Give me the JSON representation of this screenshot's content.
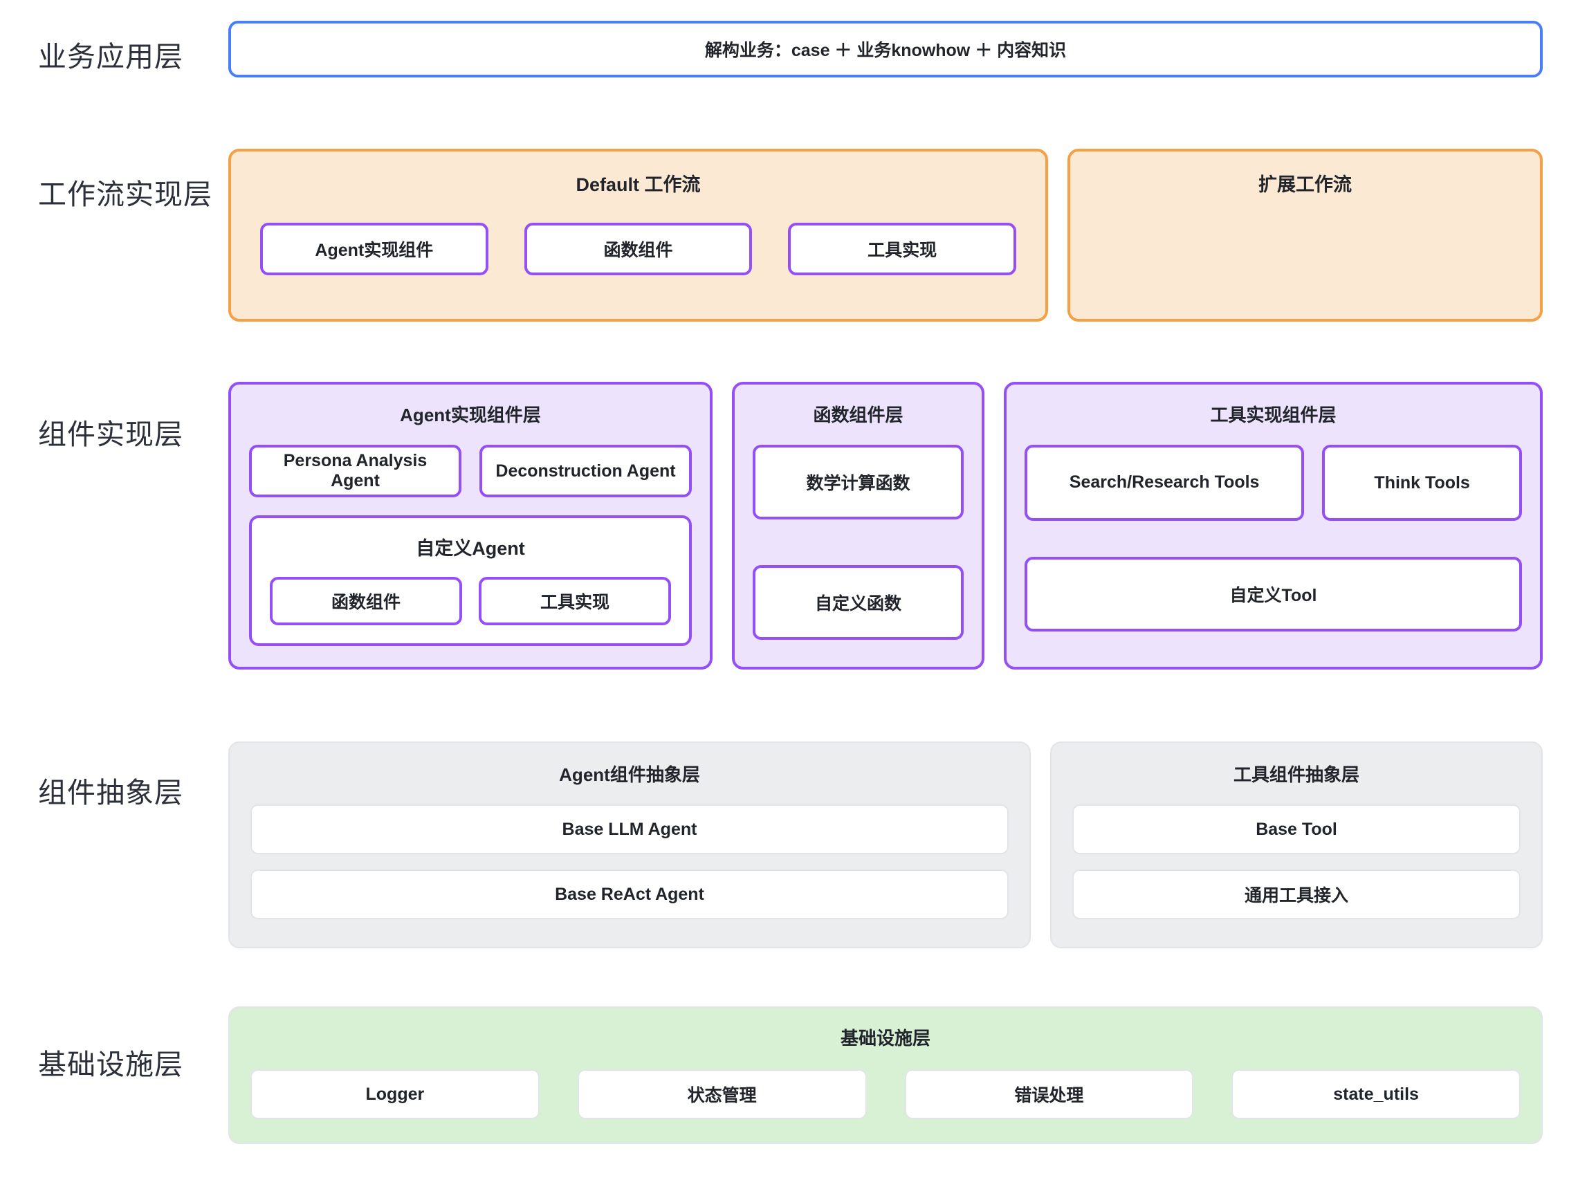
{
  "rows": {
    "business": {
      "label": "业务应用层",
      "banner": "解构业务：case ＋ 业务knowhow ＋ 内容知识"
    },
    "workflow": {
      "label": "工作流实现层",
      "default": {
        "title": "Default 工作流",
        "chips": [
          "Agent实现组件",
          "函数组件",
          "工具实现"
        ]
      },
      "extended": {
        "title": "扩展工作流",
        "chips": []
      }
    },
    "component_impl": {
      "label": "组件实现层",
      "agent_group": {
        "title": "Agent实现组件层",
        "agents": [
          "Persona Analysis Agent",
          "Deconstruction Agent"
        ],
        "custom": {
          "title": "自定义Agent",
          "chips": [
            "函数组件",
            "工具实现"
          ]
        }
      },
      "function_group": {
        "title": "函数组件层",
        "items": [
          "数学计算函数",
          "自定义函数"
        ]
      },
      "tool_group": {
        "title": "工具实现组件层",
        "top_items": [
          "Search/Research Tools",
          "Think Tools"
        ],
        "bottom_item": "自定义Tool"
      }
    },
    "component_abstract": {
      "label": "组件抽象层",
      "agent_group": {
        "title": "Agent组件抽象层",
        "items": [
          "Base LLM Agent",
          "Base ReAct Agent"
        ]
      },
      "tool_group": {
        "title": "工具组件抽象层",
        "items": [
          "Base Tool",
          "通用工具接入"
        ]
      }
    },
    "infrastructure": {
      "label": "基础设施层",
      "title": "基础设施层",
      "items": [
        "Logger",
        "状态管理",
        "错误处理",
        "state_utils"
      ]
    }
  },
  "colors": {
    "business_border": "#4a7ef5",
    "workflow_border": "#f5a044",
    "workflow_fill": "#fce9d4",
    "component_border": "#9550f5",
    "component_fill": "#ede3fc",
    "abstract_fill": "#ecedef",
    "abstract_border": "#e2e4e8",
    "infra_fill": "#d8f0d4",
    "text": "#21252b",
    "label_text": "#2b303a"
  }
}
